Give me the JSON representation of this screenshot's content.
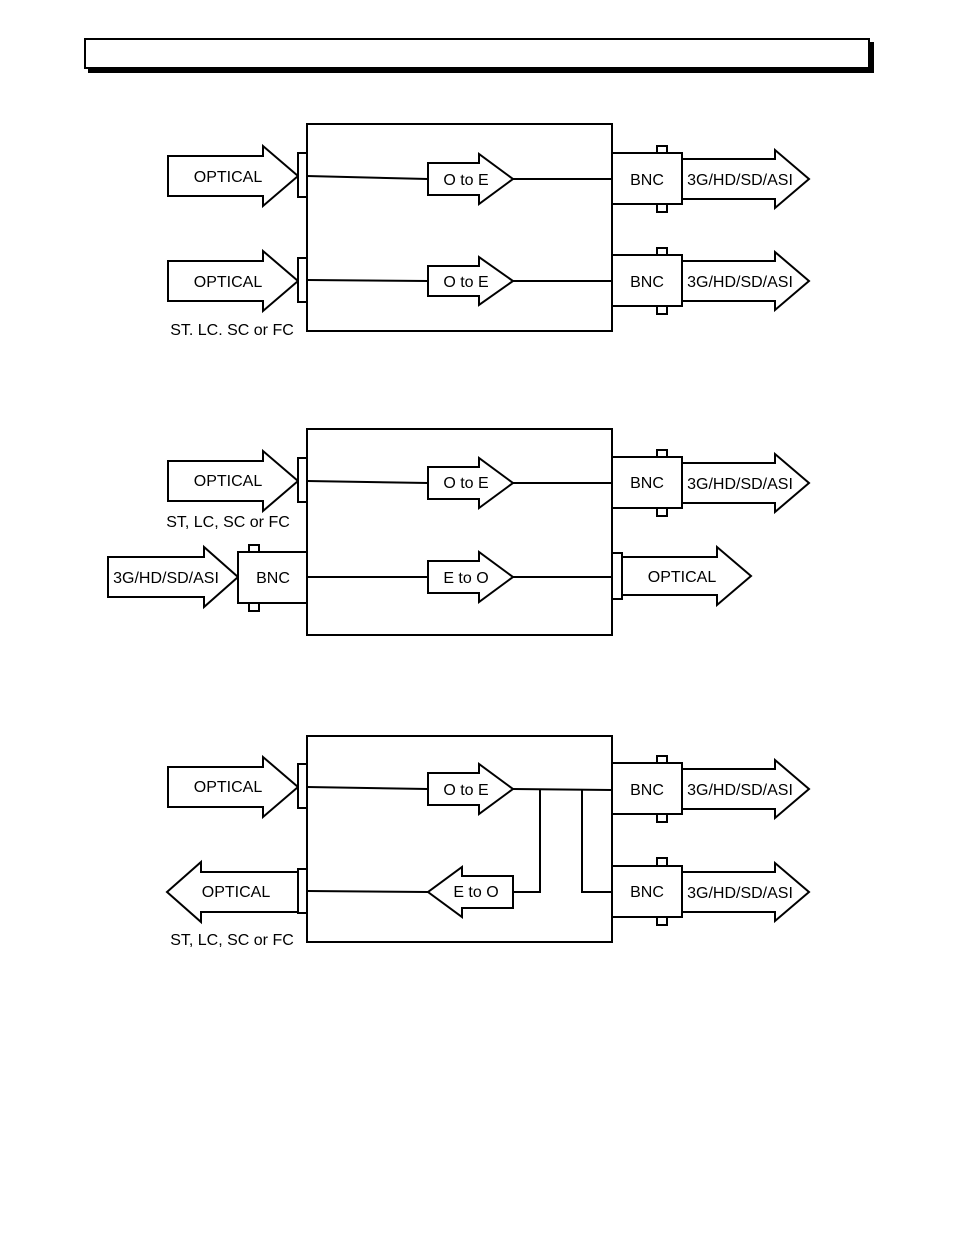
{
  "labels": {
    "optical": "OPTICAL",
    "bnc": "BNC",
    "signal": "3G/HD/SD/ASI",
    "o_to_e": "O to E",
    "e_to_o": "E to O",
    "connectors_dot": "ST. LC. SC or FC",
    "connectors_comma": "ST, LC, SC or FC"
  }
}
